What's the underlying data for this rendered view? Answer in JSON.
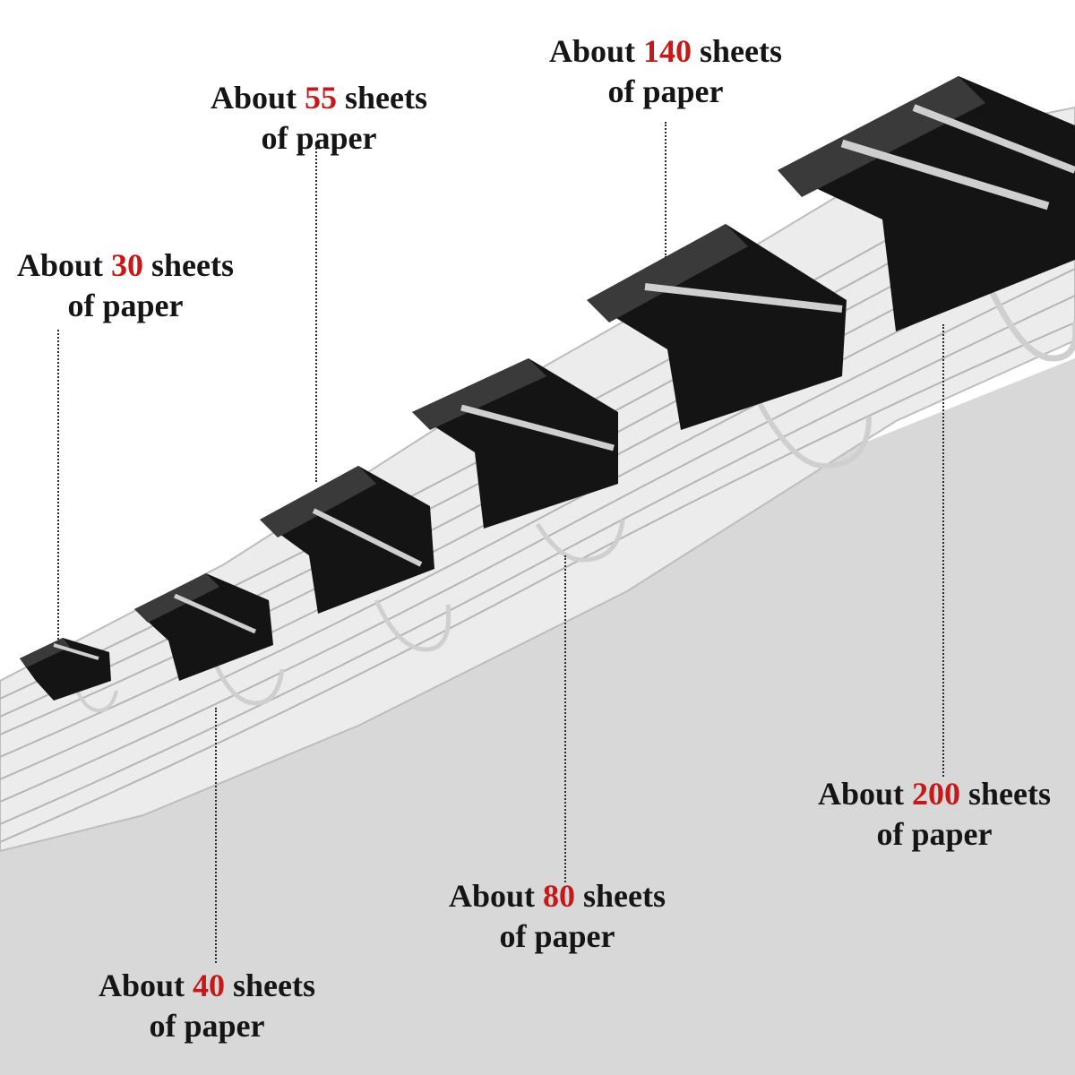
{
  "colors": {
    "background_upper": "#ffffff",
    "background_lower": "#d8d8d8",
    "paper": "#eeeeee",
    "clip_black": "#141414",
    "wire_silver": "#cfcfcf",
    "text": "#151515",
    "accent_number": "#c41a1a"
  },
  "labels": [
    {
      "id": "30",
      "prefix": "About ",
      "number": "30",
      "suffix": " sheets",
      "line2": "of paper"
    },
    {
      "id": "55",
      "prefix": "About ",
      "number": "55",
      "suffix": " sheets",
      "line2": "of paper"
    },
    {
      "id": "140",
      "prefix": "About ",
      "number": "140",
      "suffix": " sheets",
      "line2": "of paper"
    },
    {
      "id": "40",
      "prefix": "About ",
      "number": "40",
      "suffix": " sheets",
      "line2": "of paper"
    },
    {
      "id": "80",
      "prefix": "About ",
      "number": "80",
      "suffix": " sheets",
      "line2": "of paper"
    },
    {
      "id": "200",
      "prefix": "About ",
      "number": "200",
      "suffix": " sheets",
      "line2": "of paper"
    }
  ]
}
